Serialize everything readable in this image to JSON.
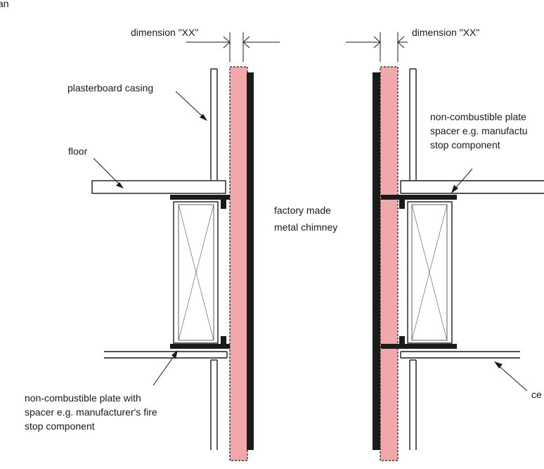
{
  "colors": {
    "flue": "#f0a8ab",
    "ink": "#1a1a1a",
    "background": "#ffffff"
  },
  "labels": {
    "corner_fragment": "an",
    "dimension_left": "dimension \"XX\"",
    "dimension_right": "dimension \"XX\"",
    "plasterboard_casing": "plasterboard casing",
    "floor": "floor",
    "chimney_line1": "factory made",
    "chimney_line2": "metal chimney",
    "plate_left_line1": "non-combustible plate with",
    "plate_left_line2": "spacer e.g. manufacturer's fire",
    "plate_left_line3": "stop component",
    "plate_right_line1": "non-combustible plate",
    "plate_right_line2": "spacer e.g. manufactu",
    "plate_right_line3": "stop component",
    "ceiling_fragment": "ce"
  }
}
